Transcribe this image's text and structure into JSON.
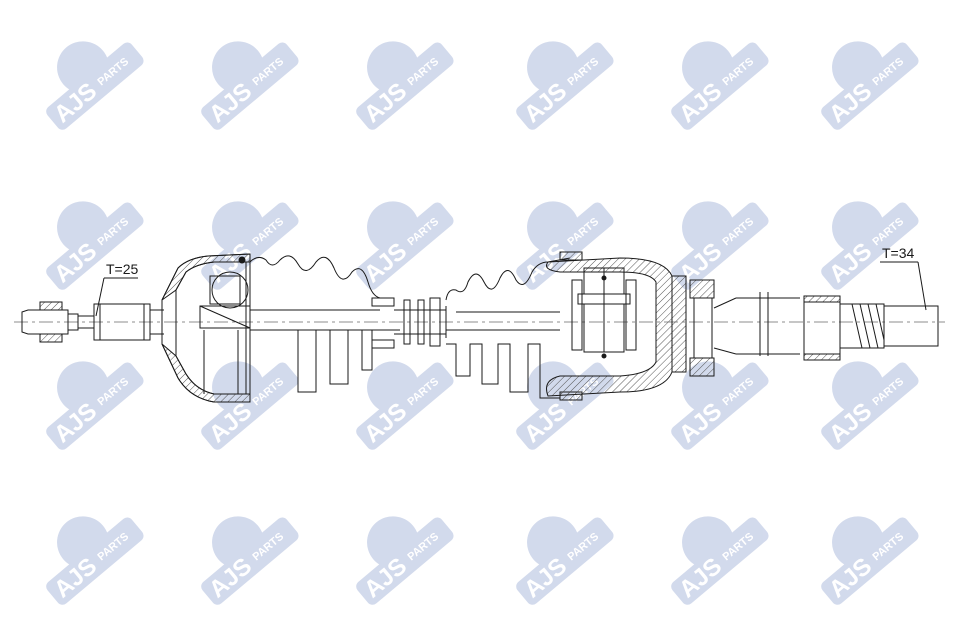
{
  "watermark": {
    "brand": "AJS",
    "suffix": "PARTS",
    "color": "#c8d1e8"
  },
  "callouts": {
    "left_thread": "T=25",
    "right_thread": "T=34"
  },
  "colors": {
    "line": "#1a1a1a",
    "hatch": "#555555",
    "background": "#ffffff"
  }
}
